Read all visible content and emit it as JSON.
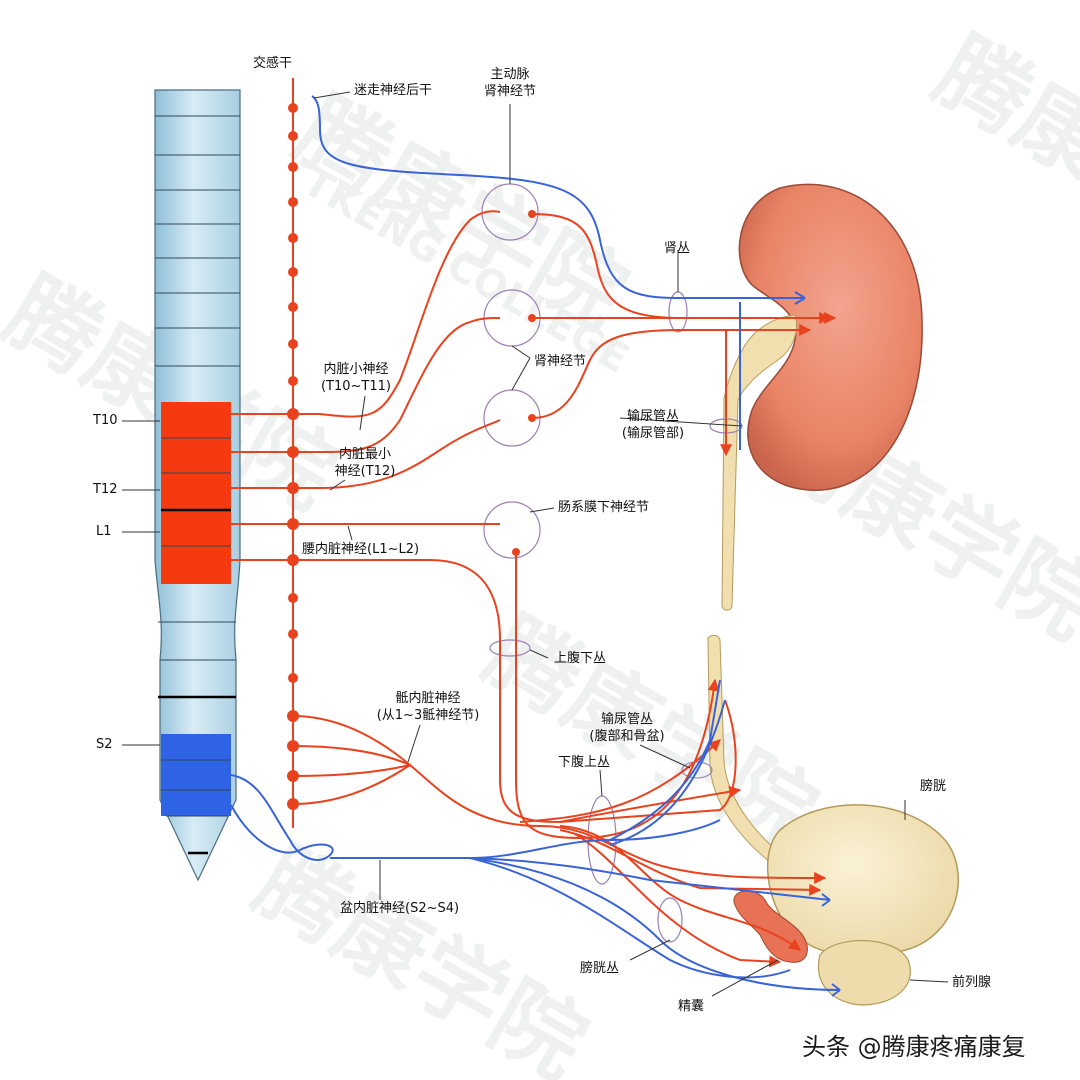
{
  "watermark": {
    "brand": "腾康学院",
    "sub": "TKENG COLLEGE"
  },
  "labels": {
    "sympathetic_trunk": "交感干",
    "vagus_posterior": "迷走神经后干",
    "aorticorenal_1": "主动脉",
    "aorticorenal_2": "肾神经节",
    "renal_plexus": "肾丛",
    "lesser_splanchnic_1": "内脏小神经",
    "lesser_splanchnic_2": "(T10~T11)",
    "renal_ganglia": "肾神经节",
    "least_splanchnic_1": "内脏最小",
    "least_splanchnic_2": "神经(T12)",
    "ureteric_plexus_1": "输尿管丛",
    "ureteric_plexus_2": "(输尿管部)",
    "inferior_mesenteric": "肠系膜下神经节",
    "lumbar_splanchnic": "腰内脏神经(L1~L2)",
    "superior_hypogastric": "上腹下丛",
    "sacral_splanchnic_1": "骶内脏神经",
    "sacral_splanchnic_2": "(从1~3骶神经节)",
    "ureteric_pelvic_1": "输尿管丛",
    "ureteric_pelvic_2": "(腹部和骨盆)",
    "inferior_hypogastric": "下腹上丛",
    "bladder": "膀胱",
    "pelvic_splanchnic": "盆内脏神经(S2~S4)",
    "vesical_plexus": "膀胱丛",
    "prostate": "前列腺",
    "seminal_vesicle": "精囊",
    "t10": "T10",
    "t12": "T12",
    "l1": "L1",
    "s2": "S2"
  },
  "credit": "头条 @腾康疼痛康复",
  "colors": {
    "sympathetic": "#e8431e",
    "parasympathetic": "#3a63d6",
    "spinal_segments": "#bcd9ea",
    "highlight_thoracolumbar": "#f53a10",
    "highlight_sacral": "#2e63e6",
    "kidney": "#ec8a70",
    "bladder": "#f3e5b8"
  }
}
